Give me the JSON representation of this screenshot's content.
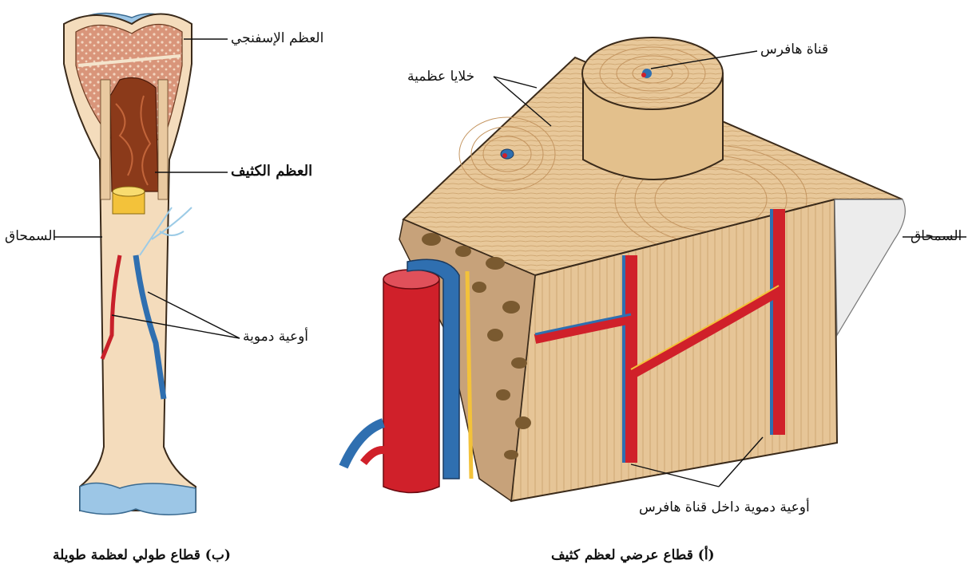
{
  "figure_b": {
    "labels": {
      "spongy_bone": "العظم الإسفنجي",
      "compact_bone": "العظم الكثيف",
      "periosteum": "السمحاق",
      "blood_vessels": "أوعية دموية"
    },
    "caption": "(ب) قطاع طولي لعظمة طويلة"
  },
  "figure_a": {
    "labels": {
      "haversian_canal": "قناة هافرس",
      "bone_cells": "خلايا عظمية",
      "periosteum": "السمحاق",
      "vessels_in_canal": "أوعية دموية داخل قناة هافرس"
    },
    "caption": "(أ) قطاع عرضي لعظم كثيف"
  },
  "colors": {
    "bone": "#f2d4b0",
    "spongy": "#c9876b",
    "marrow": "#8b3a1a",
    "artery": "#d0202a",
    "vein": "#2f6fb0",
    "outline": "#3a2a1a"
  }
}
